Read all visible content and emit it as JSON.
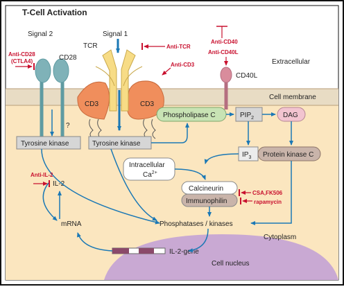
{
  "title": "T-Cell Activation",
  "regions": {
    "extracellular": "Extracellular",
    "membrane": "Cell membrane",
    "cytoplasm": "Cytoplasm",
    "nucleus": "Cell nucleus"
  },
  "receptors": {
    "signal2": "Signal 2",
    "signal1": "Signal 1",
    "cd28": "CD28",
    "tcr": "TCR",
    "cd3": "CD3",
    "cd40l": "CD40L",
    "question": "?"
  },
  "molecules": {
    "tyrosine_kinase": "Tyrosine kinase",
    "phospholipase_c": "Phospholipase C",
    "pip": "PIP",
    "pip_sub": "2",
    "dag": "DAG",
    "ip": "IP",
    "ip_sub": "3",
    "intracellular": "Intracellular",
    "ca": "Ca",
    "ca_sup": "2+",
    "protein_kinase_c": "Protein kinase C",
    "calcineurin": "Calcineurin",
    "immunophilin": "Immunophilin",
    "il2": "IL-2",
    "mrna": "mRNA",
    "phosphatases": "Phosphatases / kinases",
    "il2_gene": "IL-2-gene"
  },
  "inhibitors": {
    "anti_cd28_line1": "Anti-CD28",
    "anti_cd28_line2": "(CTLA4)",
    "anti_tcr": "Anti-TCR",
    "anti_cd3": "Anti-CD3",
    "anti_cd40": "Anti-CD40",
    "anti_cd40l": "Anti-CD40L",
    "anti_il2": "Anti-IL-2",
    "csa_fk506": "CSA,FK506",
    "rapamycin": "rapamycin"
  },
  "colors": {
    "cytoplasm": "#fbe6bf",
    "membrane": "#e8dcc4",
    "nucleus": "#c9a9d3",
    "receptor_blue": "#7fb2b8",
    "cd3_orange": "#f08e5c",
    "tcr_yellow": "#f7dc86",
    "cd40l_pink": "#d98c9c",
    "arrow_blue": "#1b78b5",
    "inhibitor_red": "#c8102e",
    "box_grey": "#d6d6d6",
    "plc_green": "#c8e3b4",
    "dag_pink": "#f2c4d0",
    "pkc_brown": "#c9b4aa"
  }
}
